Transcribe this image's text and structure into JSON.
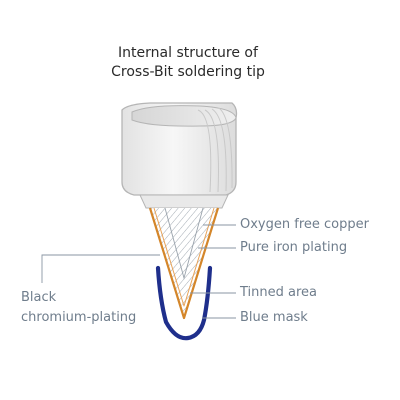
{
  "title": {
    "line1": "Internal structure of",
    "line2": "Cross-Bit soldering tip"
  },
  "labels": {
    "oxygen_free_copper": "Oxygen free copper",
    "pure_iron_plating": "Pure iron plating",
    "tinned_area": "Tinned area",
    "blue_mask": "Blue mask",
    "black_chromium_line1": "Black",
    "black_chromium_line2": "chromium-plating"
  },
  "colors": {
    "label_text": "#6f7d8c",
    "leader_line": "#8a96a3",
    "iron_plating": "#d4862a",
    "blue_mask": "#1f2f8c",
    "copper_hatch": "#9aa3ac",
    "cap_outline": "#b5b5b5"
  }
}
